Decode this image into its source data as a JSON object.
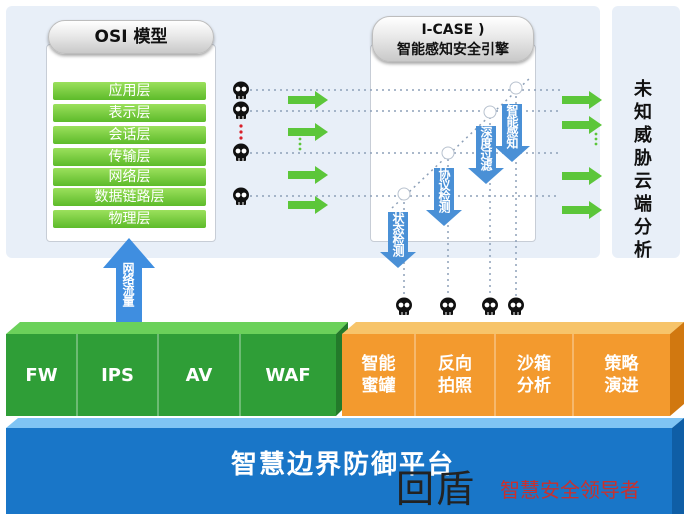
{
  "osi": {
    "title": "OSI 模型",
    "layers": [
      "应用层",
      "表示层",
      "会话层",
      "传输层",
      "网络层",
      "数据链路层",
      "物理层"
    ]
  },
  "engine": {
    "title_line1": "I-CASE )",
    "title_line2": "智能感知安全引擎",
    "stages": [
      "状态检测",
      "协议检测",
      "深度过滤",
      "智能感知"
    ]
  },
  "right_panel": {
    "title": "未知威胁云端分析"
  },
  "up_arrow_label": "网络流量",
  "green_modules": [
    "FW",
    "IPS",
    "AV",
    "WAF"
  ],
  "orange_modules": [
    [
      "智能",
      "蜜罐"
    ],
    [
      "反向",
      "拍照"
    ],
    [
      "沙箱",
      "分析"
    ],
    [
      "策略",
      "演进"
    ]
  ],
  "platform": {
    "title": "智慧边界防御平台"
  },
  "watermark": {
    "logo": "回盾",
    "text": "智慧安全领导者"
  },
  "colors": {
    "layer_green": "#6cc83a",
    "arrow_green": "#5cc63a",
    "arrow_blue": "#4a90d6",
    "module_green": "#2f9e37",
    "module_orange": "#f39a2e",
    "platform_blue": "#1976c8",
    "watermark_red": "#c8312e"
  }
}
